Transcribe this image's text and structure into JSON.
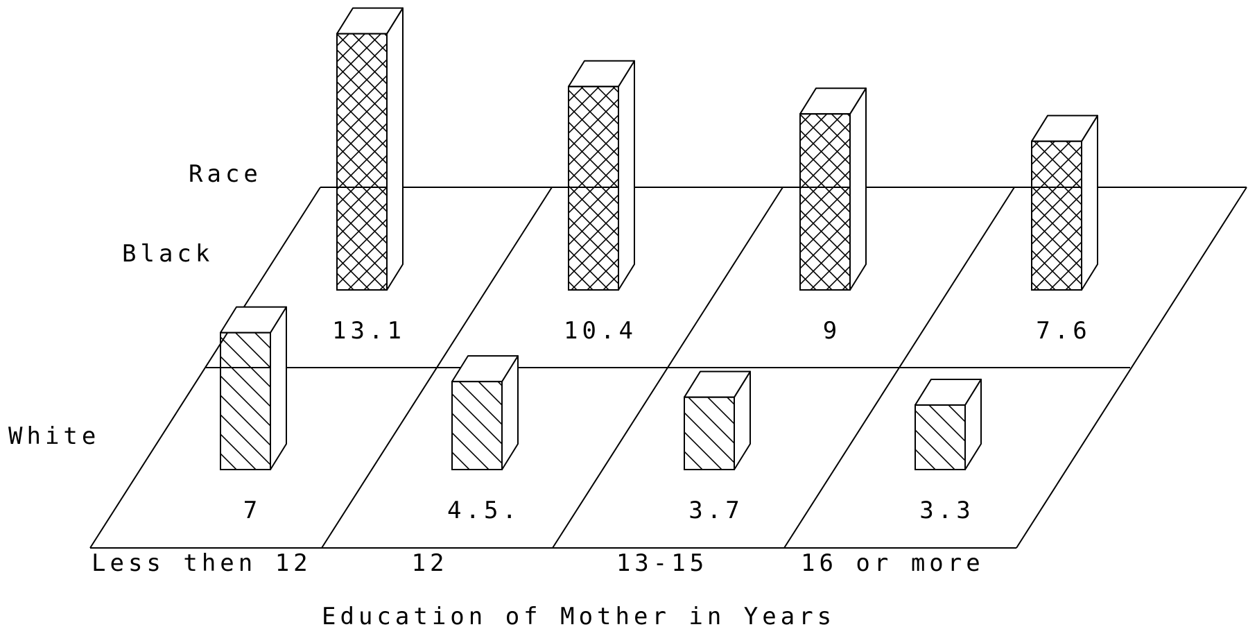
{
  "chart_data": {
    "type": "bar",
    "subtype": "3d-grouped",
    "xlabel": "Education of Mother in Years",
    "categories": [
      "Less then 12",
      "12",
      "13-15",
      "16 or more"
    ],
    "series_axis_label": "Race",
    "series": [
      {
        "name": "Black",
        "pattern": "crosshatch",
        "values": [
          13.1,
          10.4,
          9,
          7.6
        ],
        "labels": [
          "13.1",
          "10.4",
          "9",
          "7.6"
        ]
      },
      {
        "name": "White",
        "pattern": "diagonal",
        "values": [
          7,
          4.5,
          3.7,
          3.3
        ],
        "labels": [
          "7",
          "4.5.",
          "3.7",
          "3.3"
        ]
      }
    ],
    "grid": false
  },
  "colors": {
    "ink": "#000000",
    "background": "#ffffff"
  }
}
